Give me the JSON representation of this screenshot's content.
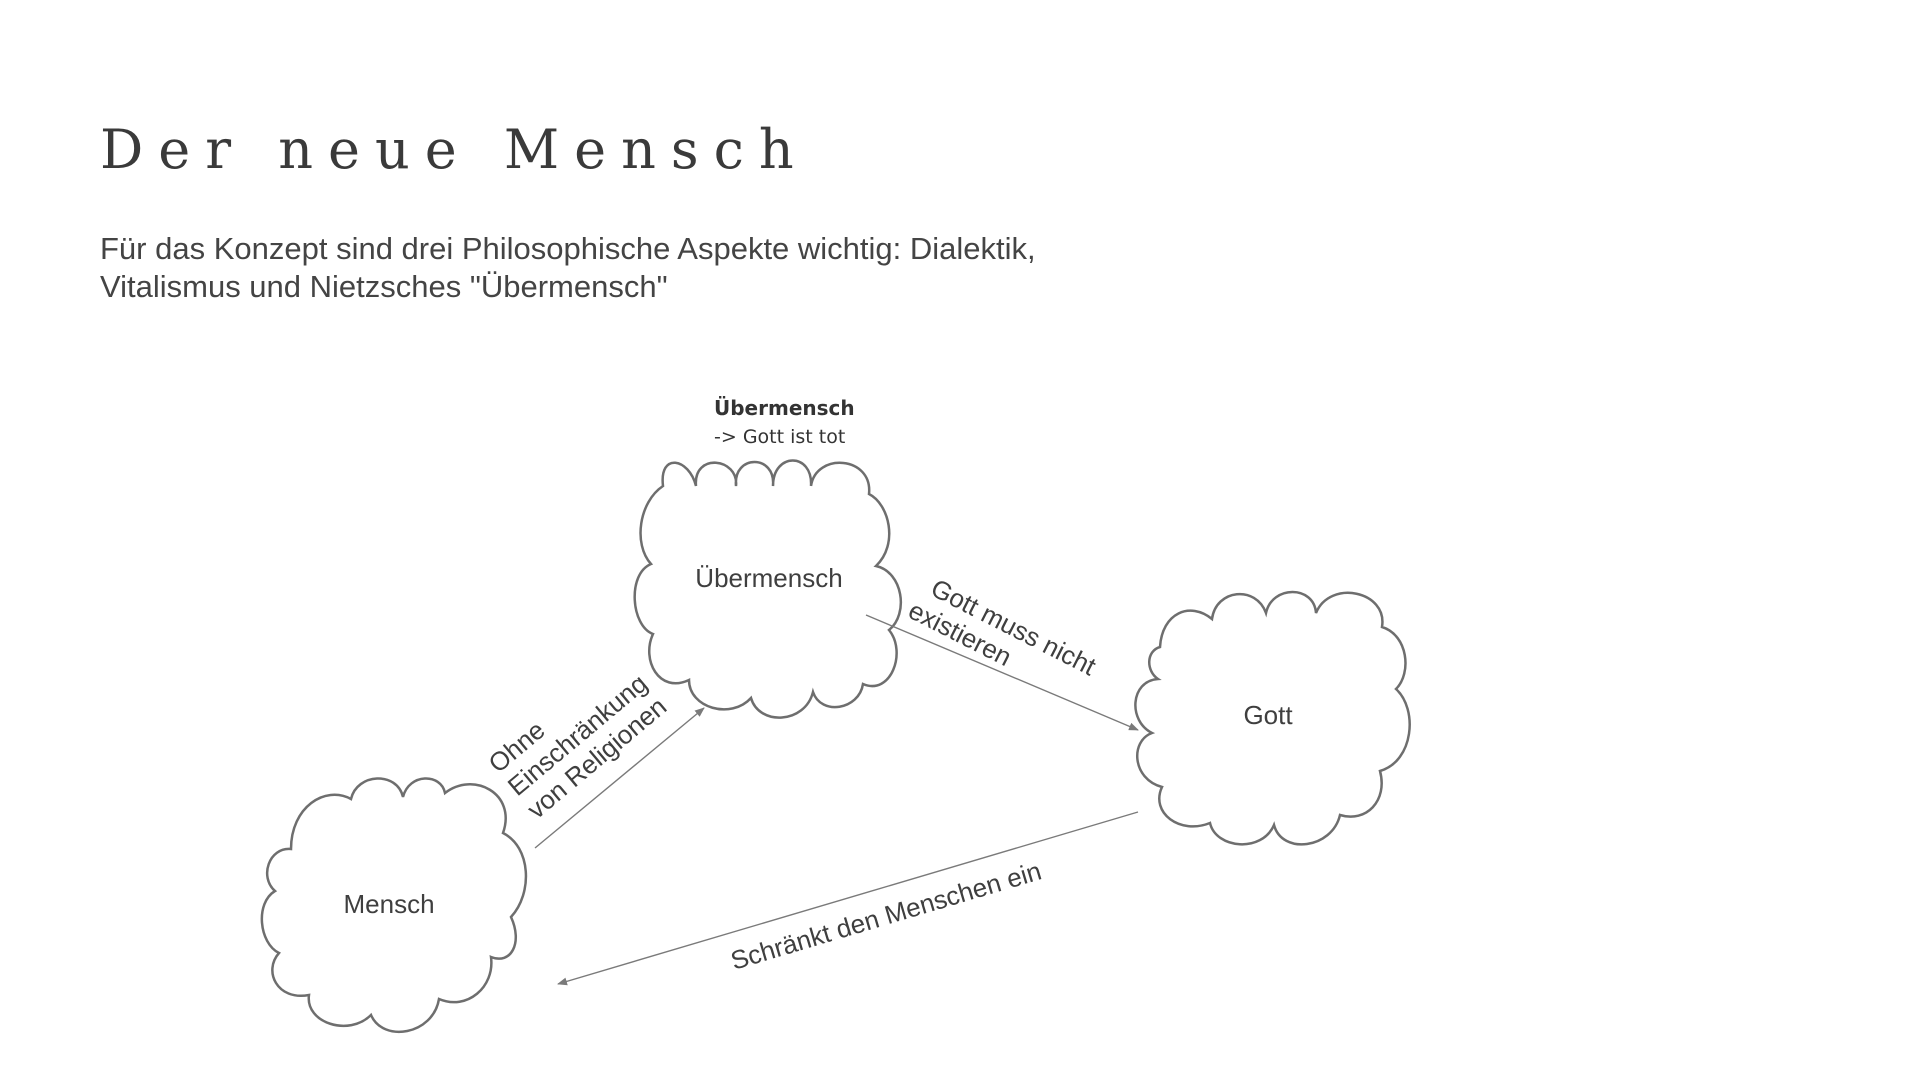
{
  "slide": {
    "title": "Der neue Mensch",
    "subtitle_lines": [
      "Für das Konzept sind drei Philosophische Aspekte wichtig: Dialektik,",
      "Vitalismus und Nietzsches \"Übermensch\""
    ]
  },
  "diagram": {
    "note": {
      "title": "Übermensch",
      "text": "-> Gott ist tot"
    },
    "nodes": {
      "uebermensch": "Übermensch",
      "gott": "Gott",
      "mensch": "Mensch"
    },
    "edges": {
      "mensch_to_uebermensch": [
        "Ohne",
        "Einschränkung",
        "von Religionen"
      ],
      "uebermensch_to_gott": [
        "Gott muss nicht",
        "existieren"
      ],
      "gott_to_mensch": [
        "Schränkt den Menschen ein"
      ]
    }
  }
}
